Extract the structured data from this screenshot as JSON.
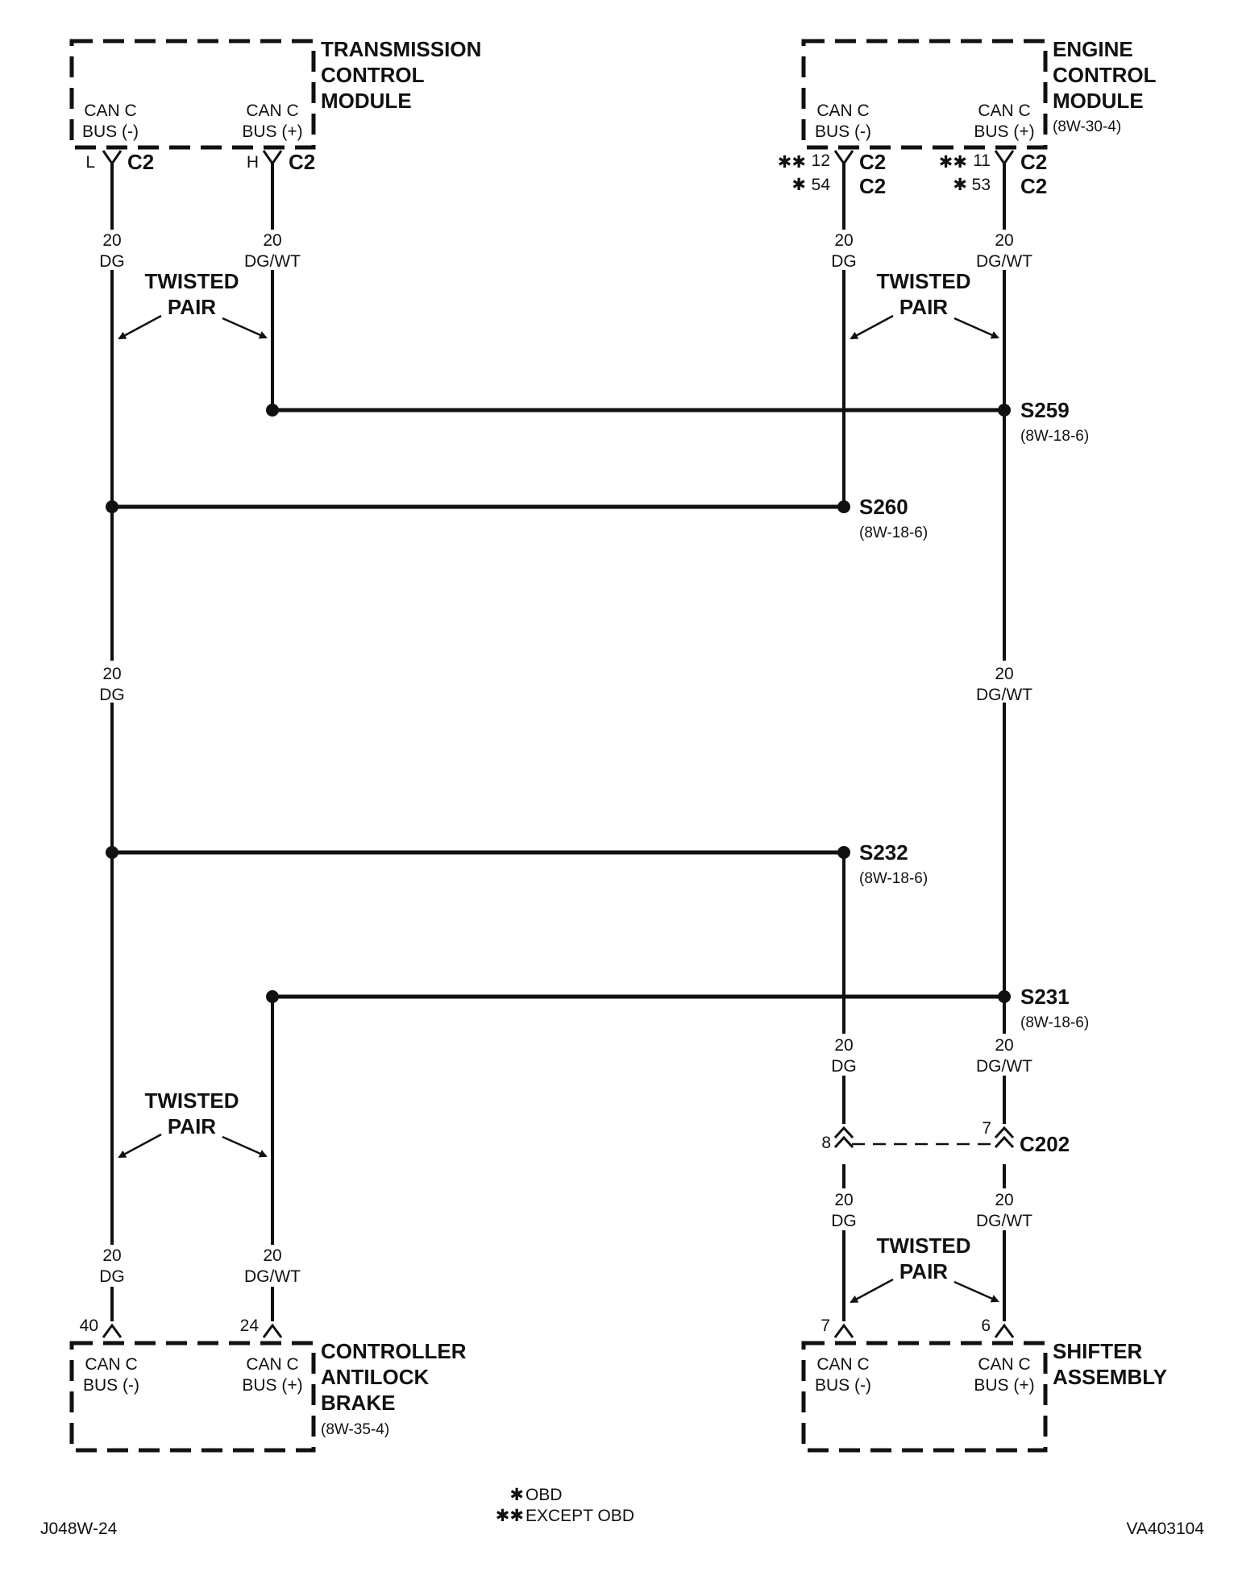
{
  "modules": {
    "tcm": {
      "name_lines": [
        "TRANSMISSION",
        "CONTROL",
        "MODULE"
      ],
      "ref": "",
      "pin_left": [
        "CAN C",
        "BUS (-)"
      ],
      "pin_right": [
        "CAN C",
        "BUS (+)"
      ]
    },
    "ecm": {
      "name_lines": [
        "ENGINE",
        "CONTROL",
        "MODULE"
      ],
      "ref": "(8W-30-4)",
      "pin_left": [
        "CAN C",
        "BUS (-)"
      ],
      "pin_right": [
        "CAN C",
        "BUS (+)"
      ]
    },
    "cab": {
      "name_lines": [
        "CONTROLLER",
        "ANTILOCK",
        "BRAKE"
      ],
      "ref": "(8W-35-4)",
      "pin_left": [
        "CAN C",
        "BUS (-)"
      ],
      "pin_right": [
        "CAN C",
        "BUS (+)"
      ]
    },
    "shifter": {
      "name_lines": [
        "SHIFTER",
        "ASSEMBLY"
      ],
      "ref": "",
      "pin_left": [
        "CAN C",
        "BUS (-)"
      ],
      "pin_right": [
        "CAN C",
        "BUS (+)"
      ]
    }
  },
  "connectors": {
    "tcm_left": {
      "pin": "L",
      "conn": "C2"
    },
    "tcm_right": {
      "pin": "H",
      "conn": "C2"
    },
    "ecm_left": {
      "pin_a": "12",
      "mark_a": "✱✱",
      "conn_a": "C2",
      "pin_b": "54",
      "mark_b": "✱",
      "conn_b": "C2"
    },
    "ecm_right": {
      "pin_a": "11",
      "mark_a": "✱✱",
      "conn_a": "C2",
      "pin_b": "53",
      "mark_b": "✱",
      "conn_b": "C2"
    },
    "cab_left": {
      "pin": "40"
    },
    "cab_right": {
      "pin": "24"
    },
    "c202": {
      "name": "C202",
      "pin_left": "8",
      "pin_right": "7"
    },
    "shifter_left": {
      "pin": "7"
    },
    "shifter_right": {
      "pin": "6"
    }
  },
  "wires": {
    "gauge": "20",
    "dg": "DG",
    "dgwt": "DG/WT"
  },
  "twisted_pair": [
    "TWISTED",
    "PAIR"
  ],
  "splices": {
    "s259": {
      "name": "S259",
      "ref": "(8W-18-6)"
    },
    "s260": {
      "name": "S260",
      "ref": "(8W-18-6)"
    },
    "s232": {
      "name": "S232",
      "ref": "(8W-18-6)"
    },
    "s231": {
      "name": "S231",
      "ref": "(8W-18-6)"
    }
  },
  "legend": {
    "obd_mark": "✱",
    "obd": "OBD",
    "except_mark": "✱✱",
    "except_obd": "EXCEPT OBD"
  },
  "footer": {
    "left": "J048W-24",
    "right": "VA403104"
  }
}
